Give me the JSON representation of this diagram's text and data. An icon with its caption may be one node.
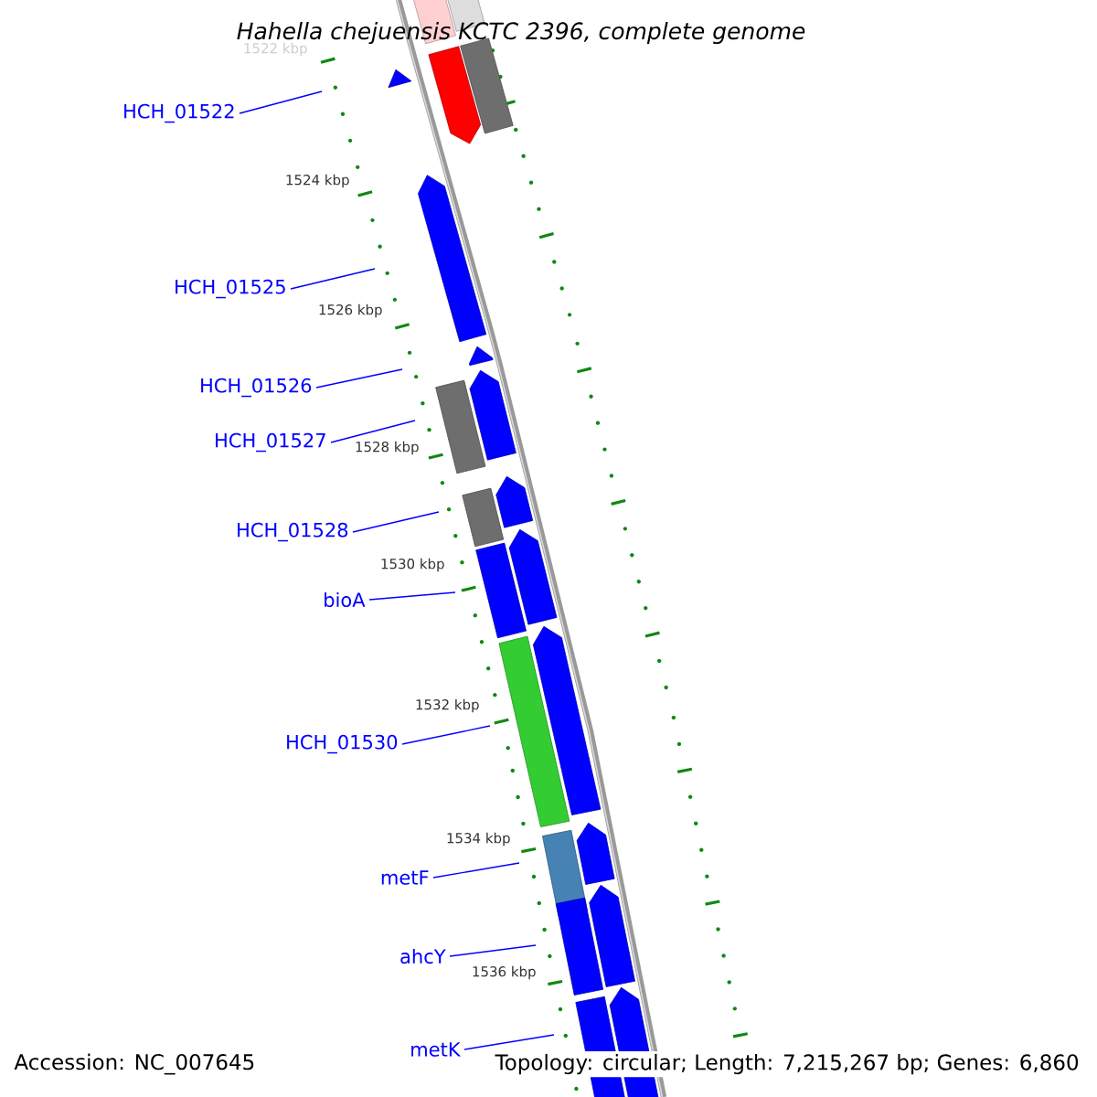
{
  "diagram": {
    "title": "Hahella chejuensis KCTC 2396, complete genome",
    "nodes": [
      {
        "text": [
          "HCH_01522"
        ]
      },
      {
        "text": [
          "HCH_01525"
        ]
      },
      {
        "text": [
          "HCH_01526"
        ]
      },
      {
        "text": [
          "HCH_01527"
        ]
      },
      {
        "text": [
          "HCH_01528"
        ]
      },
      {
        "text": [
          "bioA"
        ]
      },
      {
        "text": [
          "HCH_01530"
        ]
      },
      {
        "text": [
          "metF"
        ]
      },
      {
        "text": [
          "ahcY"
        ]
      },
      {
        "text": [
          "metK"
        ]
      }
    ],
    "edges": [
      {
        "from": 0,
        "to": null,
        "arrow": "none"
      },
      {
        "from": 1,
        "to": null,
        "arrow": "none"
      },
      {
        "from": 2,
        "to": null,
        "arrow": "none"
      },
      {
        "from": 3,
        "to": null,
        "arrow": "none"
      },
      {
        "from": 4,
        "to": null,
        "arrow": "none"
      },
      {
        "from": 5,
        "to": null,
        "arrow": "none"
      },
      {
        "from": 6,
        "to": null,
        "arrow": "none"
      },
      {
        "from": 7,
        "to": null,
        "arrow": "none"
      },
      {
        "from": 8,
        "to": null,
        "arrow": "none"
      },
      {
        "from": 9,
        "to": null,
        "arrow": "none"
      }
    ],
    "labels": [
      "1522 kbp",
      "1524 kbp",
      "1526 kbp",
      "1528 kbp",
      "1530 kbp",
      "1532 kbp",
      "1534 kbp",
      "1536 kbp",
      "Accession: NC_007645",
      "Topology: circular; Length: 7,215,267 bp; Genes: 6,860"
    ]
  }
}
